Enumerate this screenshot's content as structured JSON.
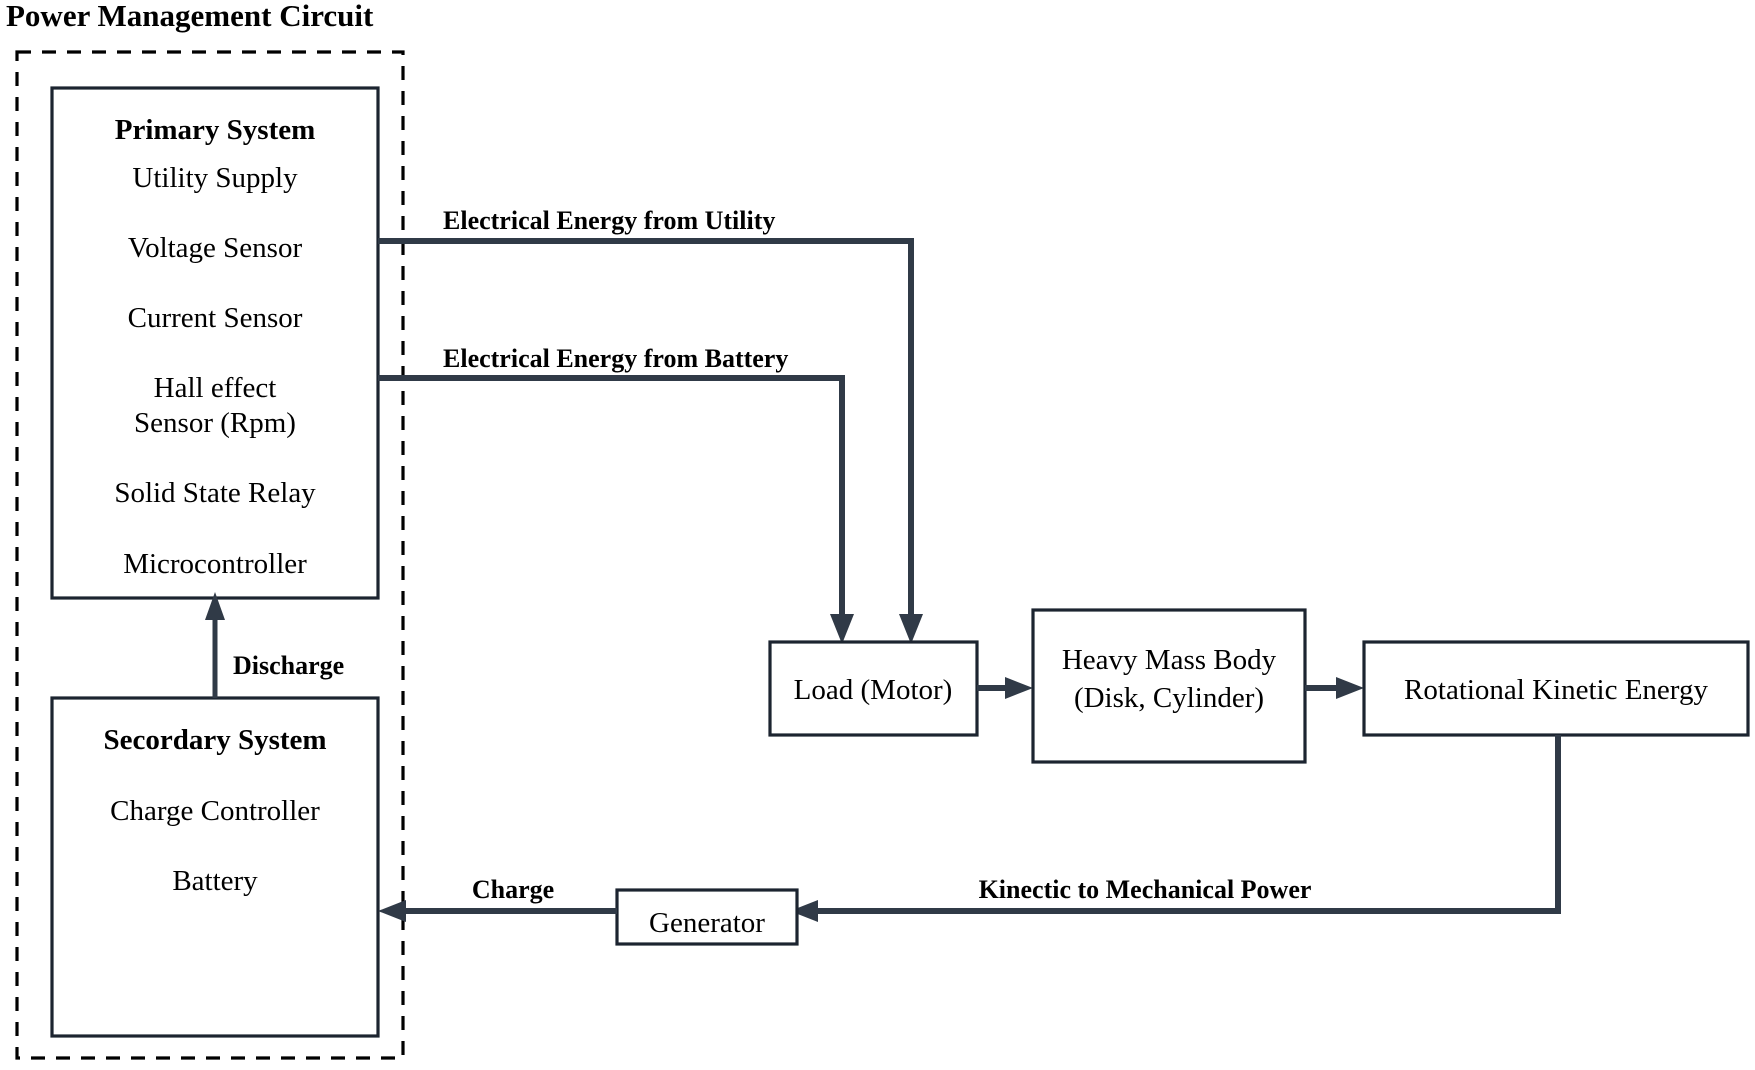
{
  "diagram": {
    "title": "Power Management Circuit",
    "colors": {
      "line": "#303a47",
      "box_stroke": "#1c2430",
      "text": "#000000",
      "background": "#ffffff"
    },
    "groups": [
      {
        "id": "onboard-system-group",
        "style": "dashed"
      }
    ],
    "boxes": {
      "primary_system": {
        "heading": "Primary System",
        "items": [
          "Utility Supply",
          "Voltage Sensor",
          "Current Sensor",
          "Hall effect",
          "Sensor (Rpm)",
          "Solid State Relay",
          "Microcontroller"
        ]
      },
      "secondary_system": {
        "heading": "Secordary System",
        "items": [
          "Charge Controller",
          "Battery"
        ]
      },
      "load": {
        "label": "Load (Motor)"
      },
      "heavy_mass_body": {
        "label_line1": "Heavy Mass Body",
        "label_line2": "(Disk, Cylinder)"
      },
      "rotational_kinetic_energy": {
        "label": "Rotational Kinetic Energy"
      },
      "generator": {
        "label": "Generator"
      }
    },
    "edge_labels": {
      "utility": "Electrical Energy from Utility",
      "battery": "Electrical Energy from Battery",
      "discharge": "Discharge",
      "charge": "Charge",
      "kinetic": "Kinectic to Mechanical Power"
    }
  }
}
